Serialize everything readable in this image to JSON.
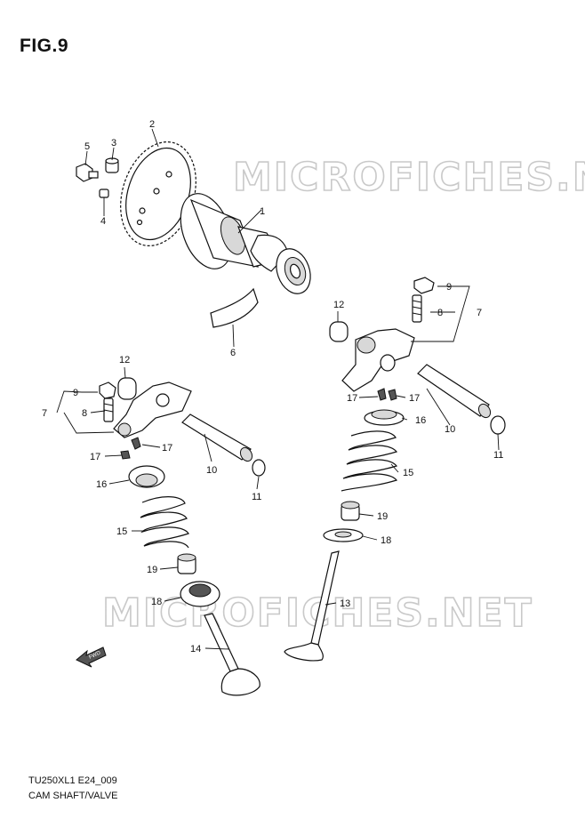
{
  "figure": {
    "title": "FIG.9"
  },
  "watermark": {
    "text": "MICROFICHES.NET"
  },
  "footer": {
    "code": "TU250XL1 E24_009",
    "name": "CAM SHAFT/VALVE"
  },
  "fwd_label": "FWD",
  "callouts": [
    {
      "id": "c1",
      "label": "1"
    },
    {
      "id": "c2",
      "label": "2"
    },
    {
      "id": "c3",
      "label": "3"
    },
    {
      "id": "c4",
      "label": "4"
    },
    {
      "id": "c5",
      "label": "5"
    },
    {
      "id": "c6",
      "label": "6"
    },
    {
      "id": "c7r",
      "label": "7"
    },
    {
      "id": "c8r",
      "label": "8"
    },
    {
      "id": "c9r",
      "label": "9"
    },
    {
      "id": "c12r",
      "label": "12"
    },
    {
      "id": "c17ra",
      "label": "17"
    },
    {
      "id": "c17rb",
      "label": "17"
    },
    {
      "id": "c10r",
      "label": "10"
    },
    {
      "id": "c11r",
      "label": "11"
    },
    {
      "id": "c16r",
      "label": "16"
    },
    {
      "id": "c15r",
      "label": "15"
    },
    {
      "id": "c19r",
      "label": "19"
    },
    {
      "id": "c18r",
      "label": "18"
    },
    {
      "id": "c13",
      "label": "13"
    },
    {
      "id": "c12l",
      "label": "12"
    },
    {
      "id": "c9l",
      "label": "9"
    },
    {
      "id": "c8l",
      "label": "8"
    },
    {
      "id": "c7l",
      "label": "7"
    },
    {
      "id": "c17la",
      "label": "17"
    },
    {
      "id": "c17lb",
      "label": "17"
    },
    {
      "id": "c10l",
      "label": "10"
    },
    {
      "id": "c11l",
      "label": "11"
    },
    {
      "id": "c16l",
      "label": "16"
    },
    {
      "id": "c15l",
      "label": "15"
    },
    {
      "id": "c19l",
      "label": "19"
    },
    {
      "id": "c18l",
      "label": "18"
    },
    {
      "id": "c14",
      "label": "14"
    }
  ]
}
